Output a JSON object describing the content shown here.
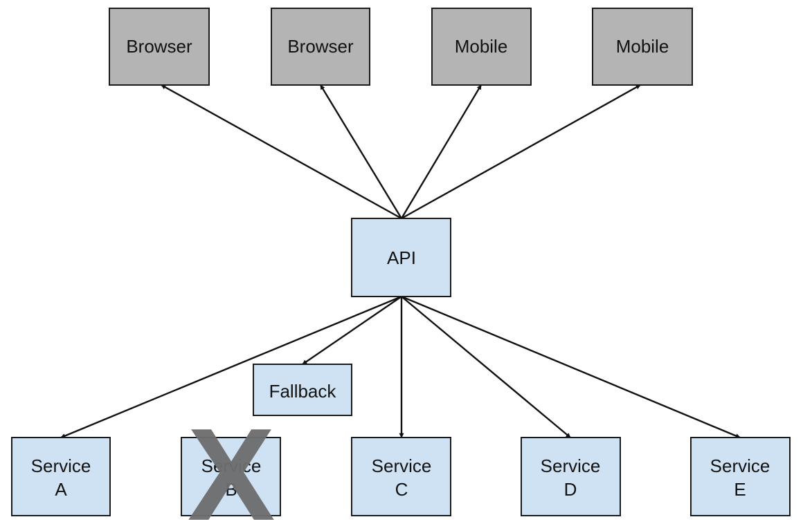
{
  "nodes": {
    "browser_1": {
      "label": "Browser"
    },
    "browser_2": {
      "label": "Browser"
    },
    "mobile_1": {
      "label": "Mobile"
    },
    "mobile_2": {
      "label": "Mobile"
    },
    "api": {
      "label": "API"
    },
    "fallback": {
      "label": "Fallback"
    },
    "service_a": {
      "line1": "Service",
      "line2": "A"
    },
    "service_b": {
      "line1": "Service",
      "line2": "B",
      "status": "failed"
    },
    "service_c": {
      "line1": "Service",
      "line2": "C"
    },
    "service_d": {
      "line1": "Service",
      "line2": "D"
    },
    "service_e": {
      "line1": "Service",
      "line2": "E"
    }
  },
  "edges": [
    {
      "from": "api",
      "to": "browser_1"
    },
    {
      "from": "api",
      "to": "browser_2"
    },
    {
      "from": "api",
      "to": "mobile_1"
    },
    {
      "from": "api",
      "to": "mobile_2"
    },
    {
      "from": "api",
      "to": "fallback"
    },
    {
      "from": "api",
      "to": "service_a"
    },
    {
      "from": "api",
      "to": "service_c"
    },
    {
      "from": "api",
      "to": "service_d"
    },
    {
      "from": "api",
      "to": "service_e"
    }
  ],
  "colors": {
    "client_fill": "#b4b4b4",
    "service_fill": "#cfe2f3",
    "failed_mark": "#6e6e6e"
  },
  "icons": {
    "failed_marker": "x-icon"
  }
}
